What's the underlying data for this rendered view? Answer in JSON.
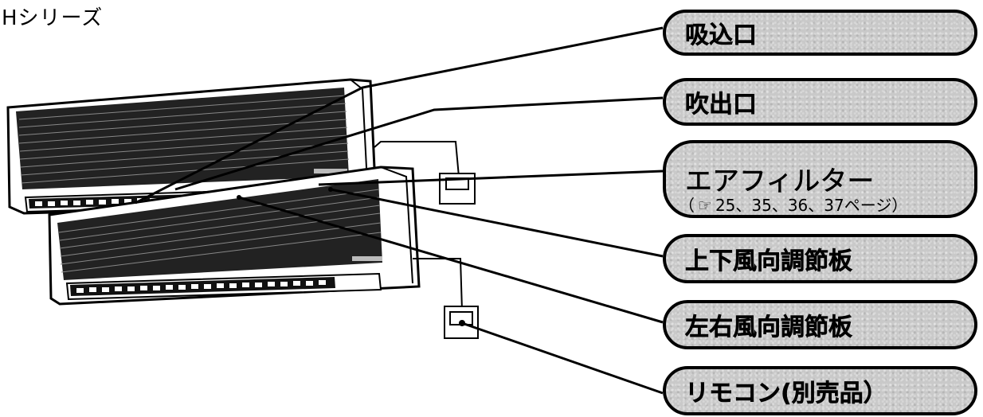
{
  "series_title": "Hシリーズ",
  "callouts": {
    "intake": "吸込口",
    "outlet": "吹出口",
    "filter": "エアフィルター",
    "filter_note_open": "（",
    "filter_note_pages": "25、35、36、37ページ）",
    "vertical_louver": "上下風向調節板",
    "horizontal_louver": "左右風向調節板",
    "remote": "リモコン(別売品）"
  },
  "icons": {
    "filter_note": "pointing-hand-icon"
  }
}
